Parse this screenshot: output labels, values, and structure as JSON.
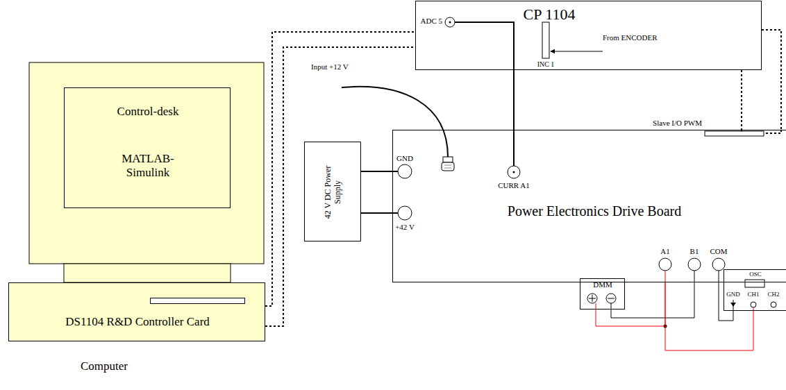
{
  "diagram": {
    "nodes": [
      {
        "text": [
          "Control-desk",
          "MATLAB-Simulink"
        ]
      },
      {
        "text": [
          "DS1104 R&D Controller Card"
        ]
      },
      {
        "text": [
          "CP 1104"
        ]
      },
      {
        "text": [
          "Power Electronics Drive Board"
        ]
      },
      {
        "text": [
          "42 V DC Power Supply"
        ]
      },
      {
        "text": [
          "DMM"
        ]
      },
      {
        "text": [
          "OSC"
        ]
      }
    ],
    "edges": [
      {
        "from": 1,
        "to": 2,
        "arrow": "none"
      },
      {
        "from": 1,
        "to": 2,
        "arrow": "none"
      },
      {
        "from": 2,
        "to": 3,
        "arrow": "none"
      },
      {
        "from": 2,
        "to": 3,
        "arrow": "none"
      },
      {
        "from": 2,
        "to": 3,
        "arrow": "none"
      },
      {
        "from": 4,
        "to": 3,
        "arrow": "none"
      },
      {
        "from": 4,
        "to": 3,
        "arrow": "none"
      },
      {
        "from": 5,
        "to": 3,
        "arrow": "none"
      },
      {
        "from": 5,
        "to": 3,
        "arrow": "none"
      },
      {
        "from": 6,
        "to": 3,
        "arrow": "none"
      },
      {
        "from": 6,
        "to": 3,
        "arrow": "none"
      }
    ],
    "labels": [
      "Computer",
      "ADC 5",
      "INC 1",
      "From ENCODER",
      "Input +12 V",
      "Slave I/O PWM",
      "GND",
      "+42 V",
      "CURR A1",
      "A1",
      "B1",
      "COM",
      "GND",
      "CH1",
      "CH2"
    ]
  }
}
